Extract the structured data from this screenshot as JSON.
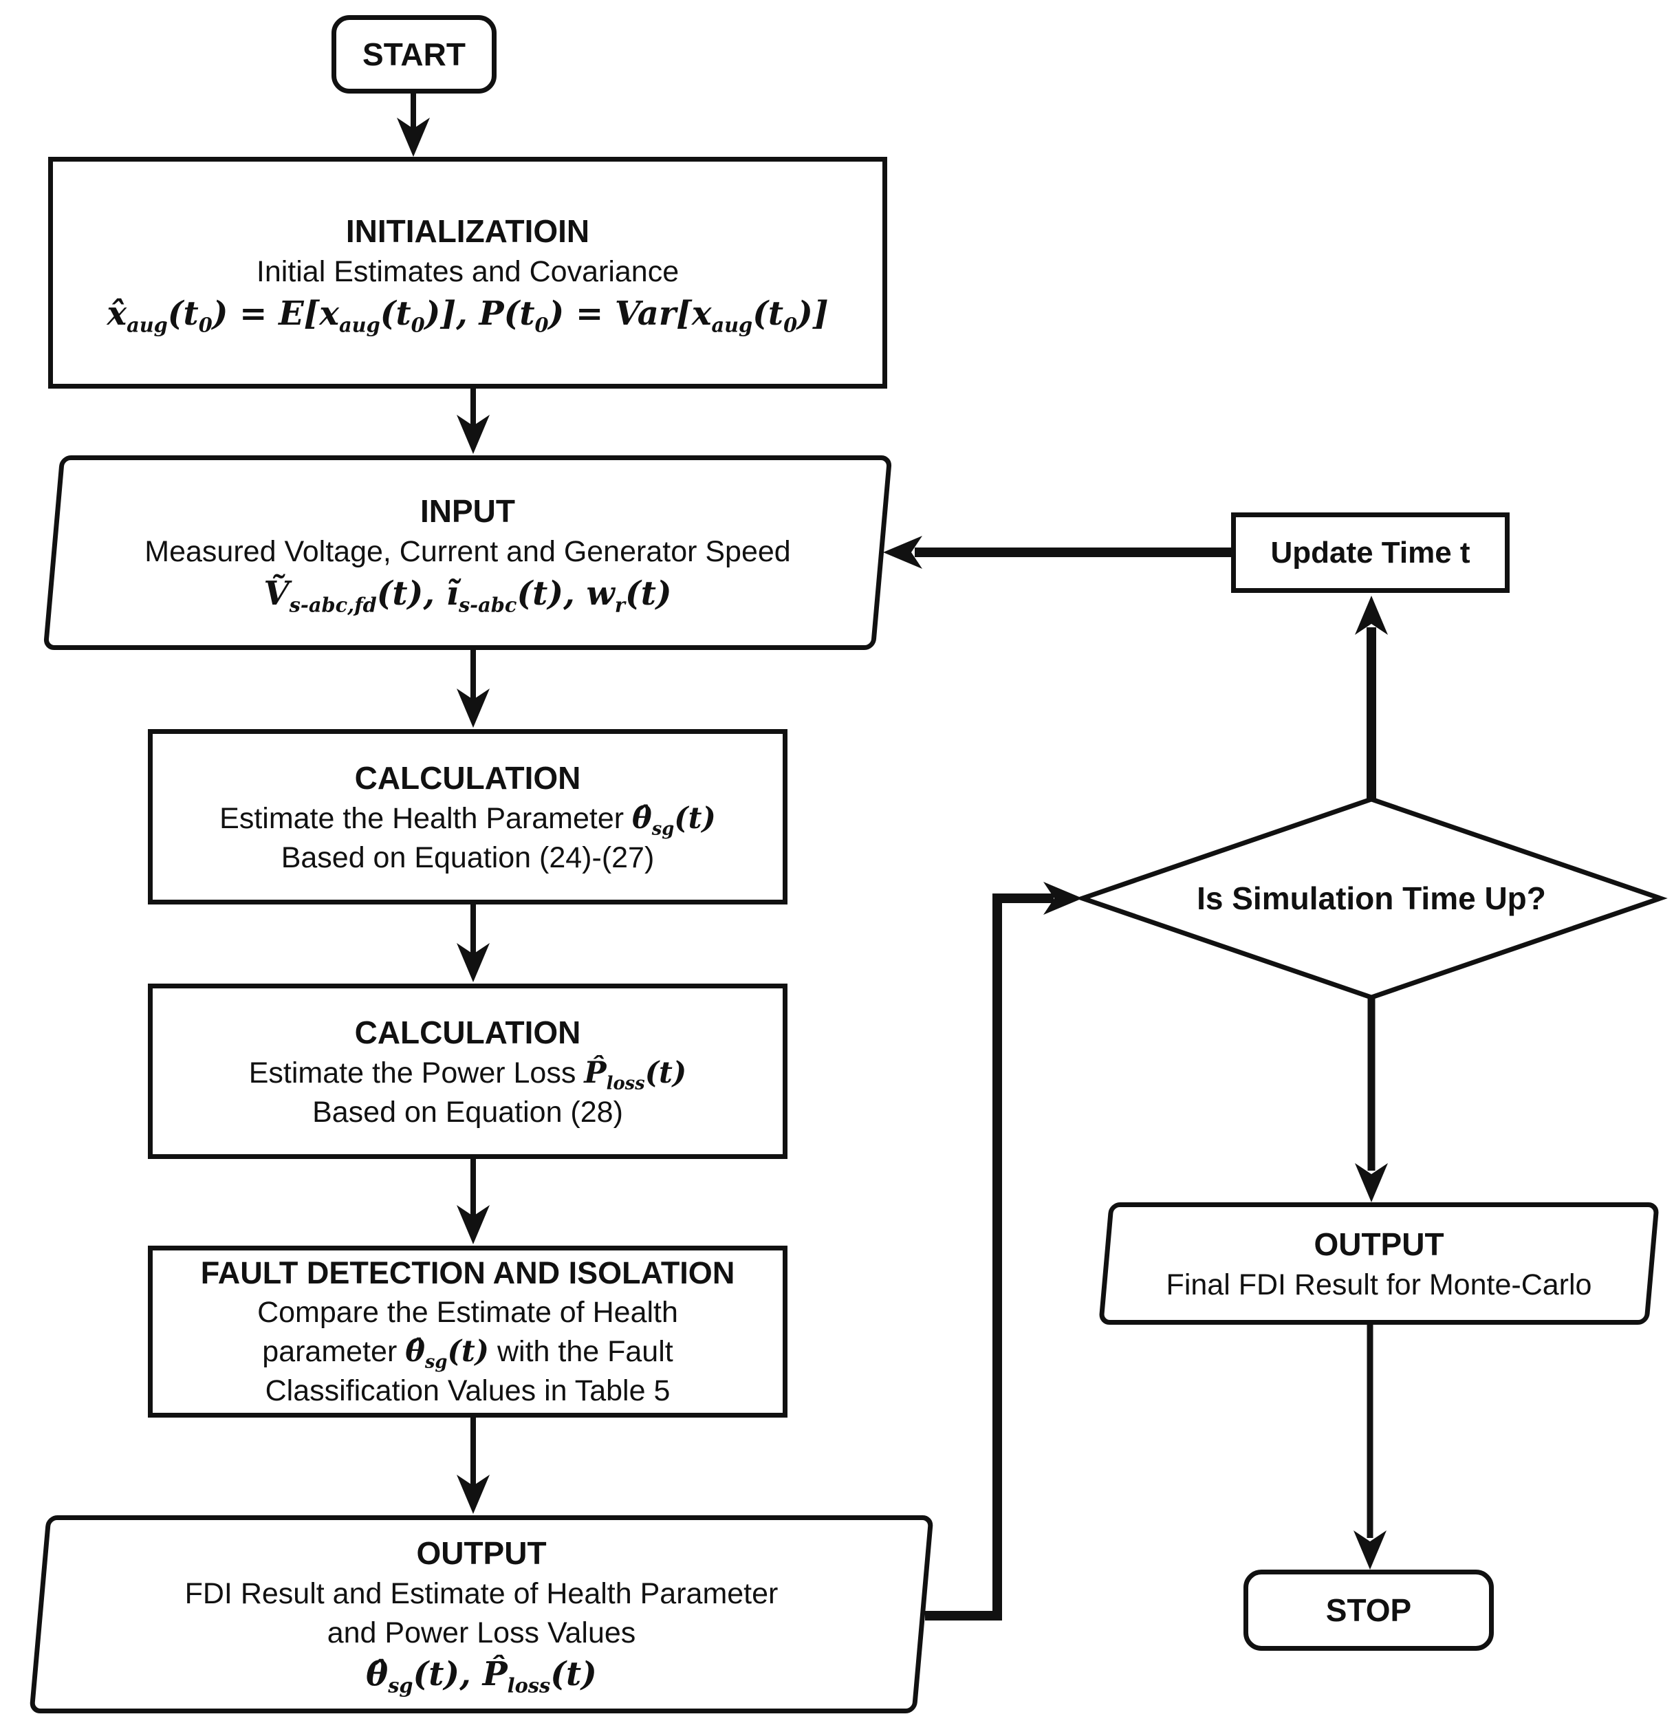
{
  "canvas": {
    "background": "#ffffff",
    "ink": "#111111"
  },
  "nodes": {
    "start": {
      "label": "START"
    },
    "initialization": {
      "title": "INITIALIZATIOIN",
      "line1": "Initial Estimates and Covariance",
      "formula_html": "x̂<sub>aug</sub>(t<sub>0</sub>) = E[x<sub>aug</sub>(t<sub>0</sub>)], P(t<sub>0</sub>) = Var[x<sub>aug</sub>(t<sub>0</sub>)]"
    },
    "input": {
      "title": "INPUT",
      "line1": "Measured Voltage, Current and Generator Speed",
      "formula_html": "Ṽ<sub>s-abc,fd</sub>(t), ĩ<sub>s-abc</sub>(t), w<sub>r</sub>(t)"
    },
    "calc_health": {
      "title": "CALCULATION",
      "line1_html": "Estimate the Health Parameter <i class=\"m\">θ̂<sub>sg</sub>(t)</i>",
      "line2": "Based on Equation (24)-(27)"
    },
    "calc_power": {
      "title": "CALCULATION",
      "line1_html": "Estimate the Power Loss <i class=\"m\">P̂<sub>loss</sub>(t)</i>",
      "line2": "Based on Equation (28)"
    },
    "fdi": {
      "title": "FAULT DETECTION AND ISOLATION",
      "line1": "Compare the Estimate of Health",
      "line2_html": "parameter <i class=\"m\">θ̂<sub>sg</sub>(t)</i> with the Fault",
      "line3": "Classification Values in Table 5"
    },
    "output_loop": {
      "title": "OUTPUT",
      "line1": "FDI Result and Estimate of Health Parameter",
      "line2": "and Power Loss Values",
      "formula_html": "θ̂<sub>sg</sub>(t), P̂<sub>loss</sub>(t)"
    },
    "update_time": {
      "label": "Update Time t"
    },
    "decision": {
      "label": "Is Simulation Time Up?"
    },
    "output_final": {
      "title": "OUTPUT",
      "line1": "Final FDI Result for Monte-Carlo"
    },
    "stop": {
      "label": "STOP"
    }
  }
}
